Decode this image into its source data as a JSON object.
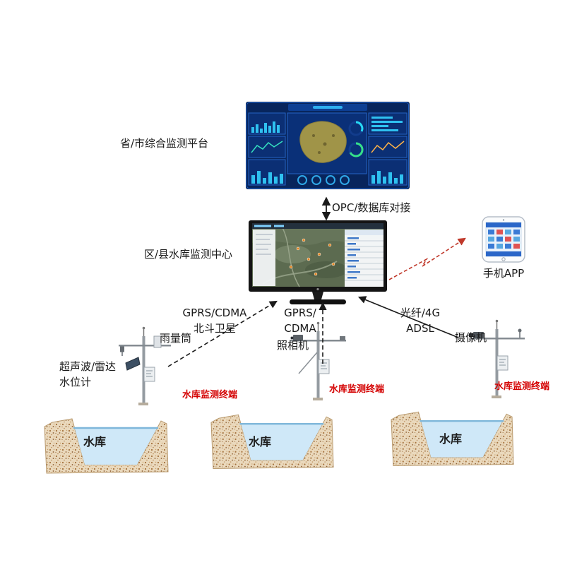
{
  "diagram": {
    "platform": "省/市综合监测平台",
    "opc_link": "OPC/数据库对接",
    "center": "区/县水库监测中心",
    "phone": "手机APP",
    "left_link": [
      "GPRS/CDMA",
      "北斗卫星"
    ],
    "mid_link": [
      "GPRS/",
      "CDMA"
    ],
    "right_link": [
      "光纤/4G",
      "ADSL"
    ],
    "rain_gauge": "雨量筒",
    "camera": "照相机",
    "video_camera": "摄像机",
    "water_level": [
      "超声波/雷达",
      "水位计"
    ],
    "terminal": "水库监测终端",
    "reservoir": "水库"
  },
  "colors": {
    "terminal_red": "#d40000",
    "arrow_black": "#1a1a1a",
    "arrow_red": "#c0392b",
    "dashboard_bg": "#08255c",
    "water_blue": "#cfe8f8",
    "earth_tan": "#e8d8bf",
    "map_green": "#66755a",
    "map_khaki": "#a09448",
    "phone_blue": "#2a66c8"
  }
}
